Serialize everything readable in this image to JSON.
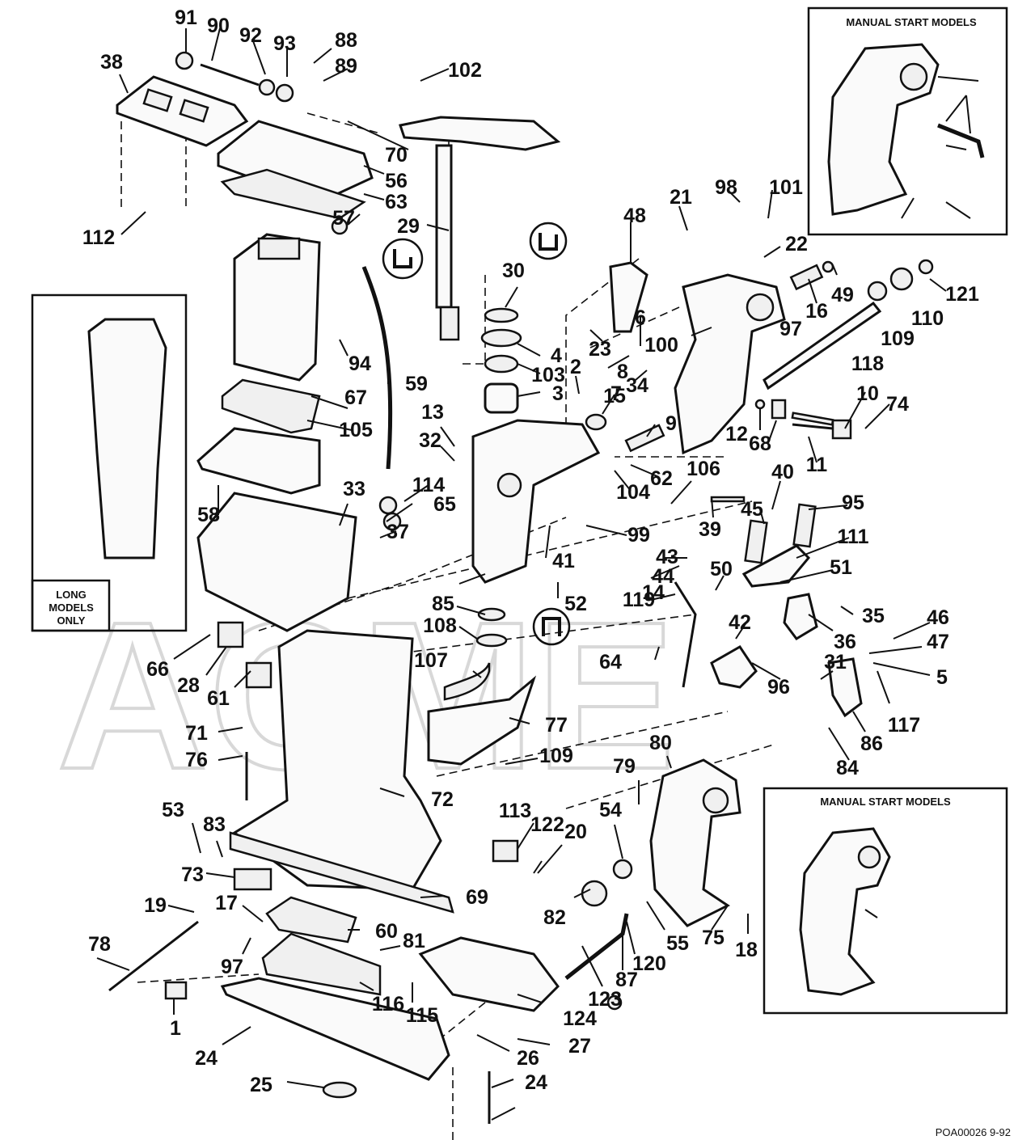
{
  "diagram": {
    "watermark": "ACME",
    "footer_code": "POA00026 9-92",
    "boxes": {
      "manual_start_top": "MANUAL START MODELS",
      "manual_start_bottom": "MANUAL START MODELS",
      "long_models": [
        "LONG",
        "MODELS",
        "ONLY"
      ]
    },
    "part_labels": [
      "91",
      "90",
      "92",
      "93",
      "88",
      "89",
      "102",
      "38",
      "70",
      "56",
      "63",
      "57",
      "29",
      "112",
      "48",
      "21",
      "98",
      "101",
      "22",
      "49",
      "121",
      "16",
      "110",
      "97",
      "109",
      "118",
      "30",
      "4",
      "103",
      "3",
      "2",
      "15",
      "7",
      "6",
      "8",
      "34",
      "23",
      "100",
      "94",
      "59",
      "67",
      "105",
      "13",
      "32",
      "9",
      "12",
      "68",
      "11",
      "10",
      "74",
      "62",
      "104",
      "106",
      "39",
      "40",
      "45",
      "95",
      "111",
      "114",
      "65",
      "58",
      "33",
      "37",
      "99",
      "43",
      "44",
      "50",
      "51",
      "14",
      "42",
      "41",
      "52",
      "119",
      "35",
      "36",
      "46",
      "47",
      "5",
      "31",
      "117",
      "96",
      "86",
      "84",
      "85",
      "108",
      "107",
      "64",
      "66",
      "28",
      "61",
      "71",
      "76",
      "77",
      "109",
      "80",
      "79",
      "72",
      "113",
      "122",
      "20",
      "54",
      "53",
      "83",
      "73",
      "69",
      "82",
      "55",
      "75",
      "18",
      "19",
      "17",
      "60",
      "81",
      "78",
      "97",
      "120",
      "87",
      "123",
      "116",
      "115",
      "124",
      "1",
      "24",
      "27",
      "26",
      "25",
      "24"
    ]
  }
}
